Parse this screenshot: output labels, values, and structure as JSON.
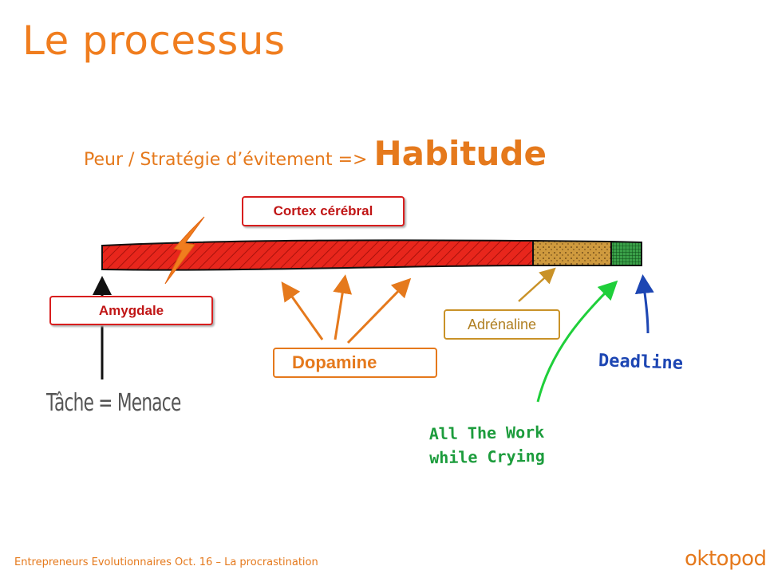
{
  "slide": {
    "title": "Le processus",
    "subtitle_lead": "Peur / Stratégie d’évitement =>",
    "subtitle_emphasis": "Habitude"
  },
  "diagram": {
    "labels": {
      "cortex": "Cortex cérébral",
      "amygdale": "Amygdale",
      "dopamine": "Dopamine",
      "adrenaline": "Adrénaline"
    },
    "handwritten": {
      "menace": "Tâche = Menace",
      "deadline": "Deadline",
      "work_line1": "All The Work",
      "work_line2": "while Crying"
    },
    "colors": {
      "red_zone": "#e8261c",
      "adrenaline_zone": "#cf9a3e",
      "deadline_zone": "#2f8a3a",
      "lightning": "#f07d1e",
      "dopamine_arrows": "#e5791c",
      "adrenaline_arrow": "#c99228",
      "green_arrow": "#1fcf3a",
      "blue_arrow": "#1d46b3"
    }
  },
  "footer": {
    "text": "Entrepreneurs Evolutionnaires Oct. 16 – La procrastination",
    "logo": "oktopod"
  }
}
